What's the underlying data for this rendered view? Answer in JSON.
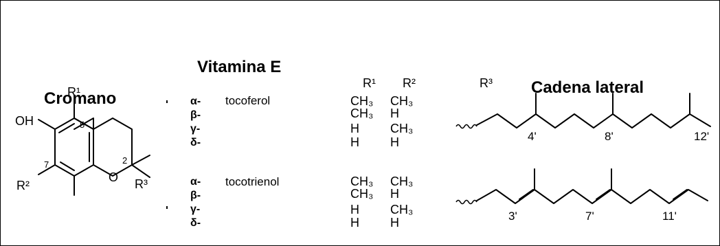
{
  "titles": {
    "chromane": "Cromano",
    "vitamin": "Vitamina E",
    "side_chain": "Cadena lateral"
  },
  "headers": {
    "r1": "R¹",
    "r2": "R²",
    "r3": "R³"
  },
  "chromane": {
    "oh": "OH",
    "o": "O",
    "r1": "R¹",
    "r2": "R²",
    "r3": "R³",
    "pos5": "5",
    "pos7": "7",
    "pos2": "2"
  },
  "tocopherol": {
    "name": "tocoferol",
    "greek": [
      "α-",
      "β-",
      "γ-",
      "δ-"
    ],
    "r1": [
      "CH₃",
      "CH₃",
      "H",
      "H"
    ],
    "r2": [
      "CH₃",
      "H",
      "CH₃",
      "H"
    ],
    "positions": [
      "4'",
      "8'",
      "12'"
    ]
  },
  "tocotrienol": {
    "name": "tocotrienol",
    "greek": [
      "α-",
      "β-",
      "γ-",
      "δ-"
    ],
    "r1": [
      "CH₃",
      "CH₃",
      "H",
      "H"
    ],
    "r2": [
      "CH₃",
      "H",
      "CH₃",
      "H"
    ],
    "positions": [
      "3'",
      "7'",
      "11'"
    ]
  }
}
